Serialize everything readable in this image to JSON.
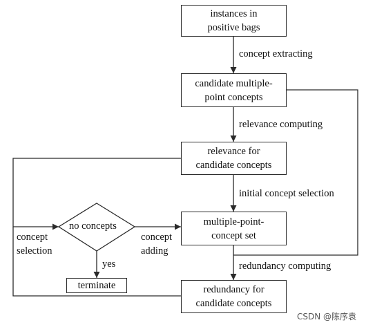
{
  "nodes": {
    "instances": [
      "instances in",
      "positive bags"
    ],
    "candidate_concepts": [
      "candidate multiple-",
      "point concepts"
    ],
    "relevance": [
      "relevance for",
      "candidate concepts"
    ],
    "concept_set": [
      "multiple-point-",
      "concept set"
    ],
    "redundancy": [
      "redundancy for",
      "candidate concepts"
    ],
    "terminate": "terminate",
    "decision": "no concepts"
  },
  "edge_labels": {
    "concept_extracting": "concept extracting",
    "relevance_computing": "relevance computing",
    "initial_selection": "initial concept selection",
    "redundancy_computing": "redundancy computing",
    "concept_selection": [
      "concept",
      "selection"
    ],
    "concept_adding": [
      "concept",
      "adding"
    ],
    "yes": "yes"
  },
  "watermark": "CSDN @陈序袁"
}
